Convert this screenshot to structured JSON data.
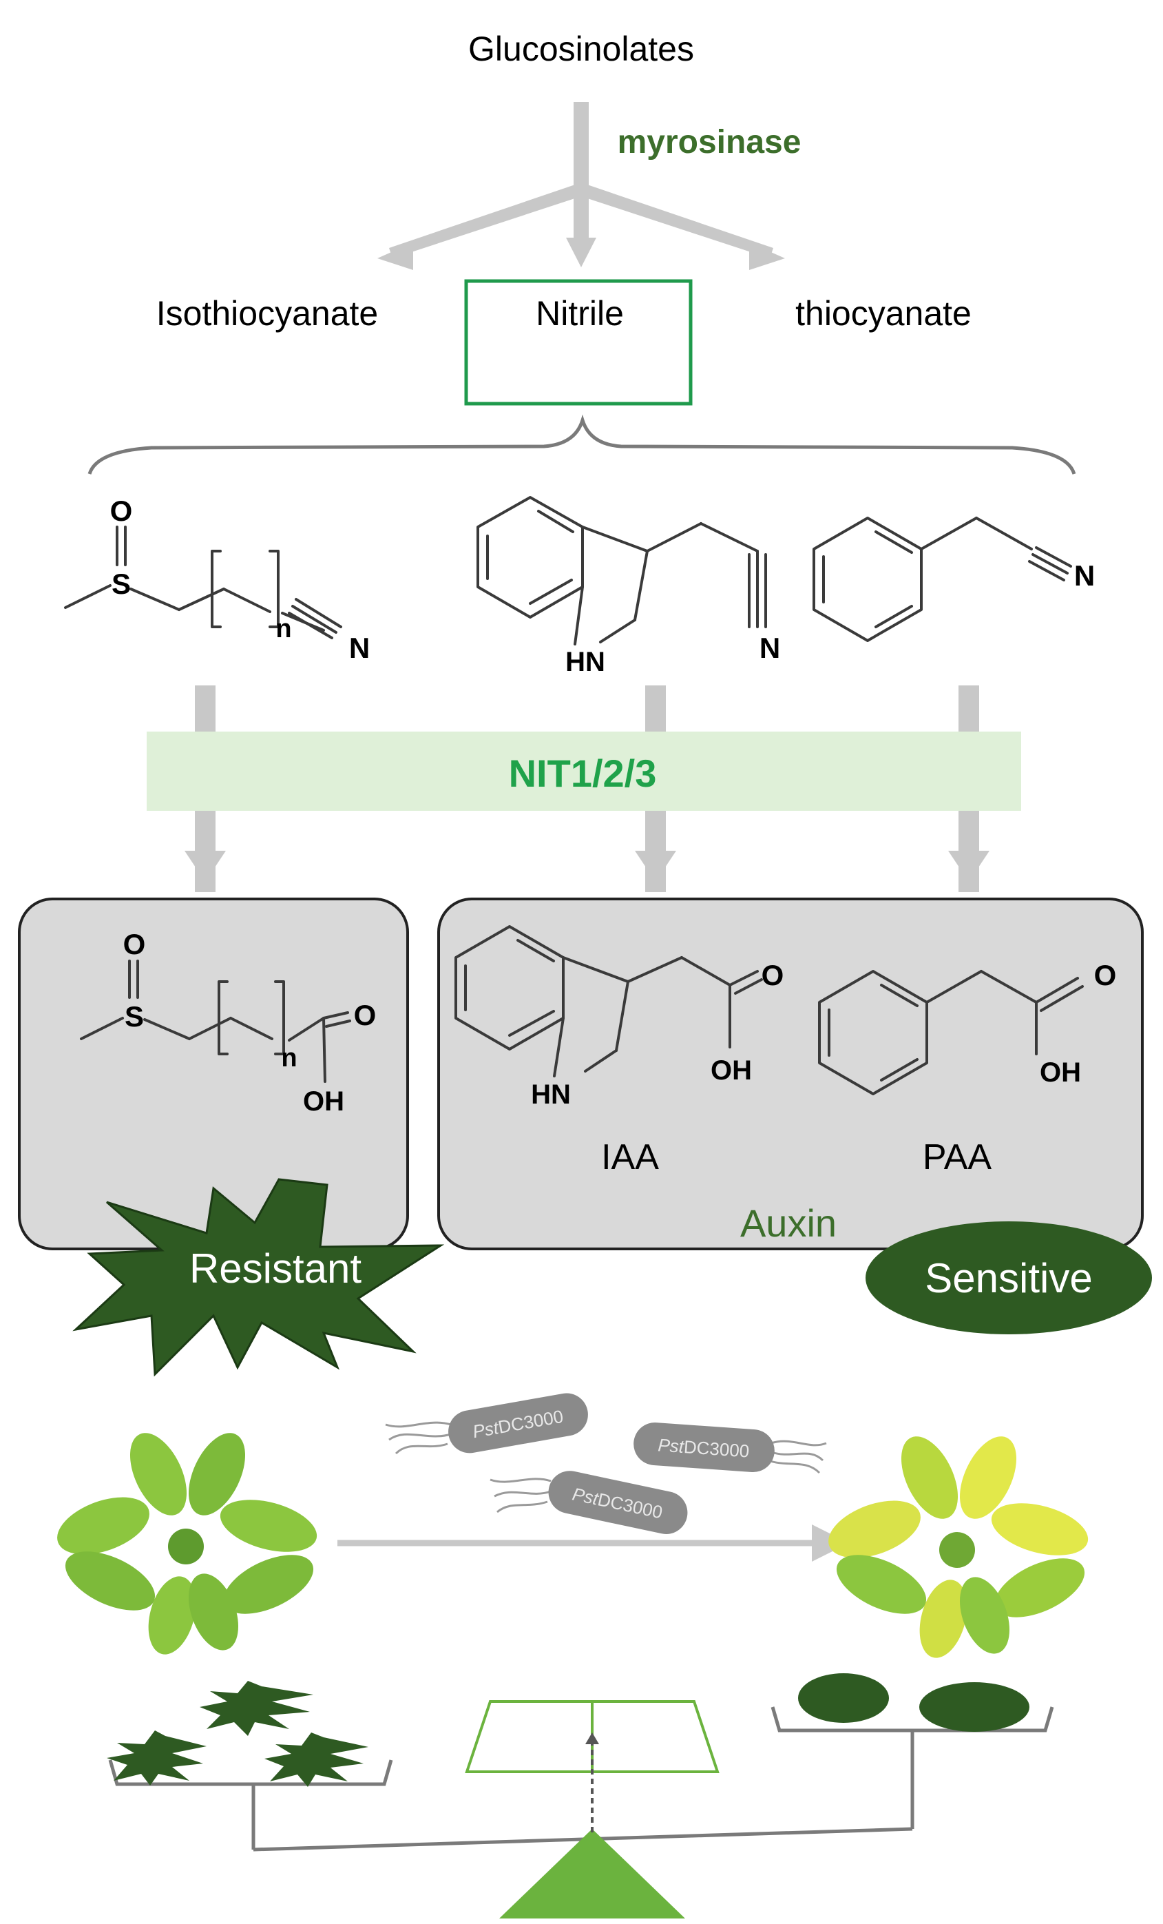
{
  "top": {
    "title": "Glucosinolates",
    "enzyme": "myrosinase"
  },
  "products": {
    "left": "Isothiocyanate",
    "center": "Nitrile",
    "right": "thiocyanate"
  },
  "atoms": {
    "O": "O",
    "S": "S",
    "N": "N",
    "HN": "HN",
    "OH": "OH",
    "n": "n"
  },
  "nit_bar": {
    "label": "NIT1/2/3"
  },
  "products_bottom": {
    "iaa": "IAA",
    "paa": "PAA",
    "auxin": "Auxin"
  },
  "badges": {
    "resistant": "Resistant",
    "sensitive": "Sensitive"
  },
  "bacteria": {
    "label_italic": "Pst",
    "label_rest": "DC3000"
  },
  "colors": {
    "dark_green": "#2e5a22",
    "text_green": "#3c6e2b",
    "nit_green": "#1fa24a",
    "nit_bg": "#dff0d8",
    "box_green": "#1f9a4c",
    "grey_box": "#d9d9d9",
    "grey_arrow": "#c8c8c8",
    "scale_green": "#6bb33e",
    "leaf_light": "#8cc63f",
    "leaf_yellow": "#e2e84a"
  }
}
